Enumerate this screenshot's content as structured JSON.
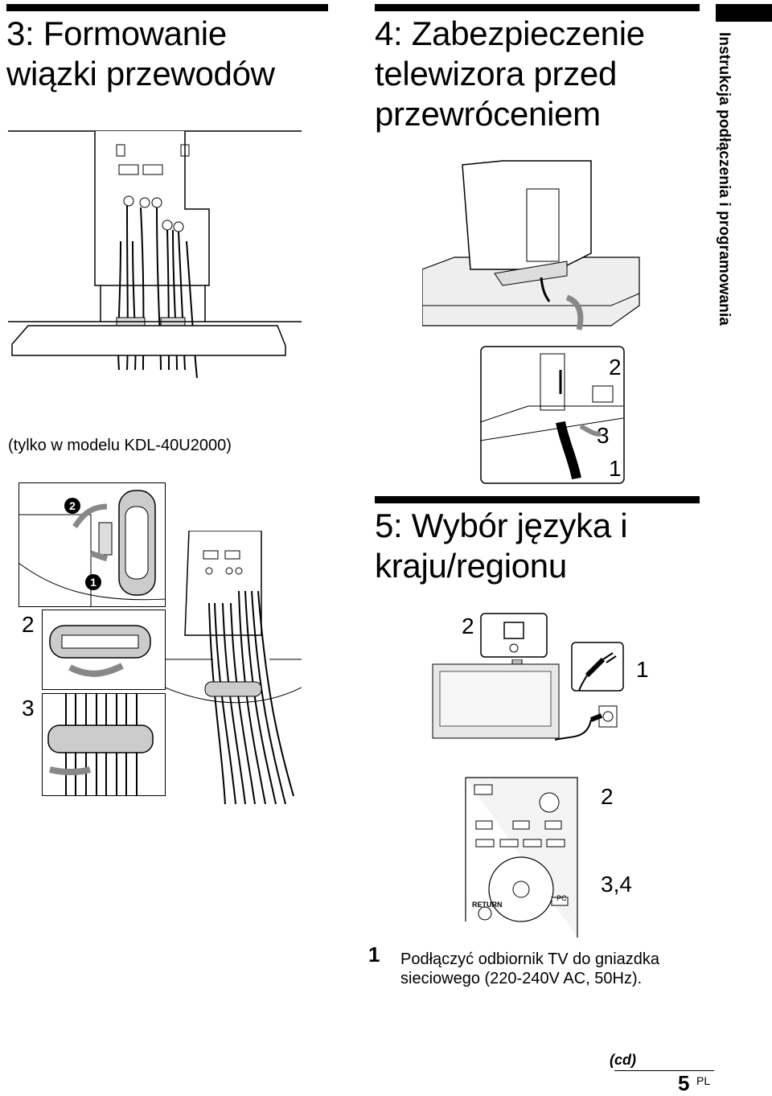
{
  "section3": {
    "title": "3: Formowanie wiązki przewodów"
  },
  "section4": {
    "title": "4: Zabezpieczenie telewizora przed przewróceniem"
  },
  "section5": {
    "title": "5: Wybór języka i kraju/regionu"
  },
  "sidebar": {
    "text": "Instrukcja podłączenia i programowania"
  },
  "model_note": "(tylko w modelu KDL-40U2000)",
  "callouts": {
    "s4_2": "2",
    "s4_3": "3",
    "s4_1": "1",
    "s3_1": "1",
    "s3_2": "2",
    "s3_3": "3",
    "circle_2": "2",
    "circle_1": "1",
    "s5_2_top": "2",
    "s5_1": "1",
    "s5_2_remote": "2",
    "s5_34": "3,4"
  },
  "remote": {
    "return_label": "RETURN",
    "pc_label": "PC"
  },
  "steps": [
    {
      "num": "1",
      "text": "Podłączyć odbiornik TV do gniazdka sieciowego (220-240V AC, 50Hz)."
    }
  ],
  "footer": {
    "continued": "(cd)",
    "page": "5",
    "lang": "PL"
  }
}
